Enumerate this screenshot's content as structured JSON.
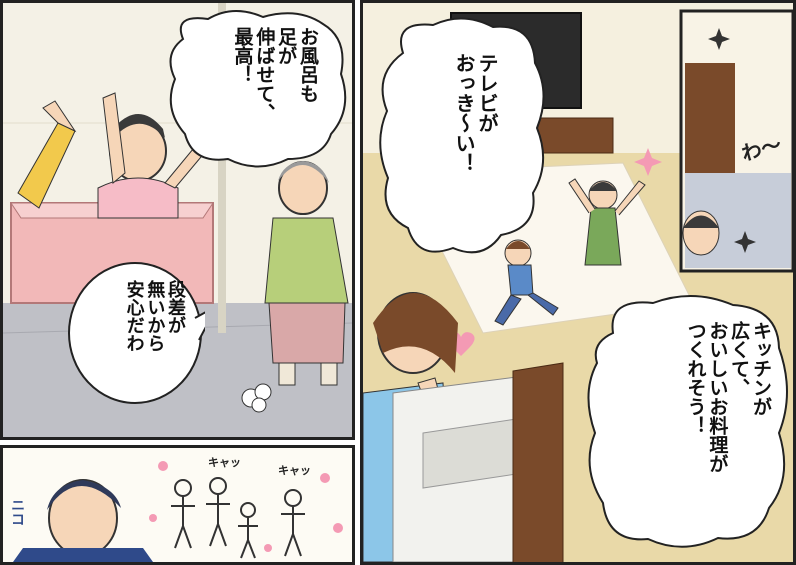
{
  "colors": {
    "panel_border": "#222222",
    "bath_wall": "#f4f1e6",
    "floor_gray": "#bfc0c6",
    "tub_pink": "#f2b8b8",
    "floor_tan": "#e9d9a8",
    "wall_cream": "#f5f0df",
    "tv_black": "#2b2b2b",
    "cabinet_brown": "#7a4a2a",
    "counter_white": "#f2f2ee",
    "shirt_blue": "#8cc6e8",
    "dress_green": "#7aa85a",
    "sakura_pink": "#f49ab4"
  },
  "panels": {
    "bath": {
      "bubble_main": "お風呂も\n足が\n伸ばせて、\n最高！",
      "bubble_step": "段差が\n無いから\n安心だわ"
    },
    "living": {
      "bubble_tv": "テレビが\nおっき〜い！",
      "bubble_kitchen": "キッチンが\n広くて、\nおいしいお料理が\nつくれそう！",
      "sfx_happy": "わ〜"
    },
    "bottom": {
      "sfx_chatter_1": "キャッ",
      "sfx_chatter_2": "キャッ",
      "sfx_smile": "ニコ"
    }
  },
  "icons": [
    "sparkle-icon",
    "heart-icon",
    "sakura-icon",
    "smoke-puff-icon"
  ]
}
